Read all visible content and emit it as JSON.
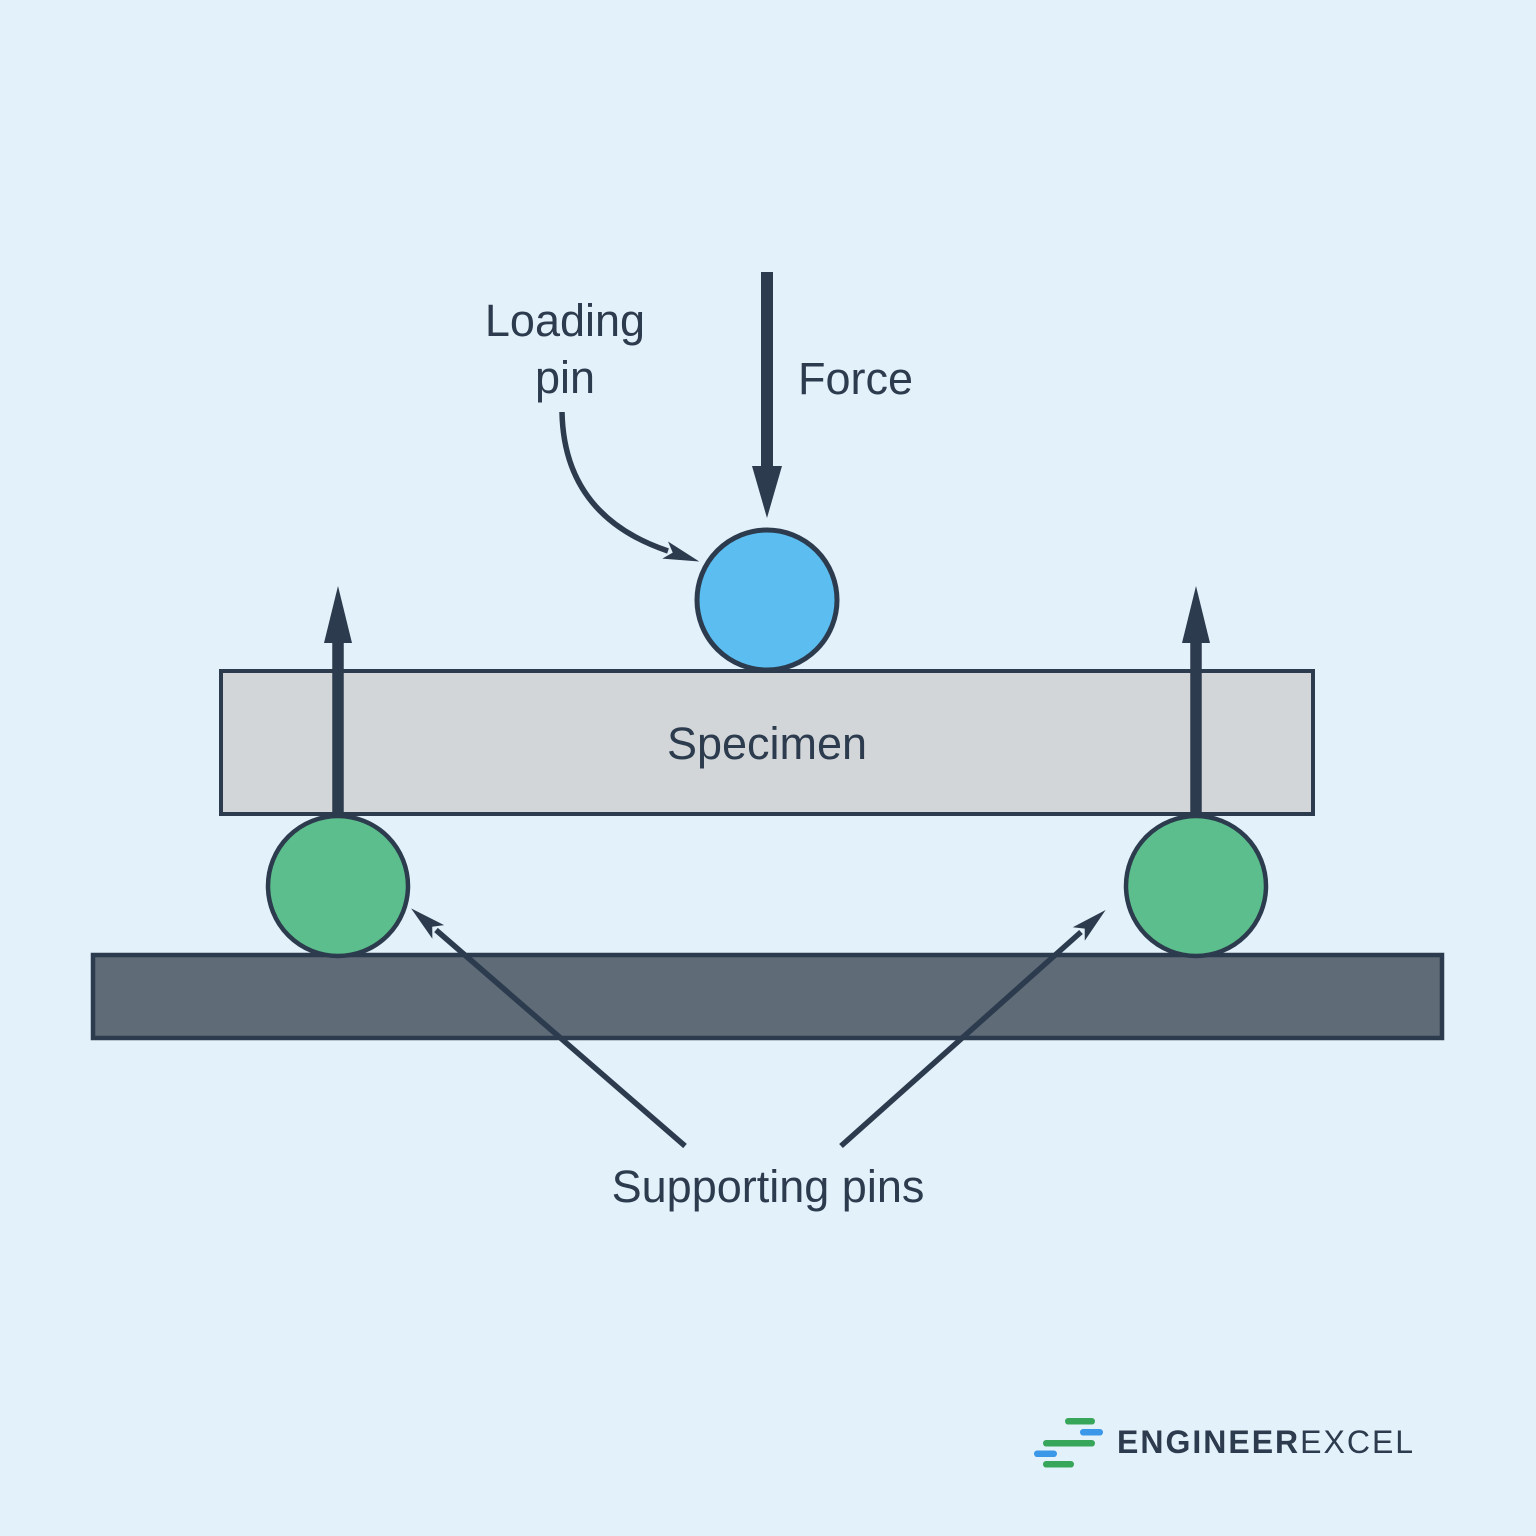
{
  "background_color": "#E3F1FA",
  "ink_color": "#2C3B4D",
  "labels": {
    "loading_pin_line1": "Loading",
    "loading_pin_line2": "pin",
    "force": "Force",
    "specimen": "Specimen",
    "supporting_pins": "Supporting pins"
  },
  "shapes": {
    "specimen_fill": "#D2D6D9",
    "ground_fill": "#5F6B77",
    "loading_pin_fill": "#5BBDF0",
    "supporting_pin_fill": "#5CBE8C"
  },
  "logo": {
    "text_bold": "ENGINEER",
    "text_light": "EXCEL",
    "text_color": "#2C3B4D",
    "bar_green": "#38A65A",
    "bar_blue": "#3B97E8"
  }
}
